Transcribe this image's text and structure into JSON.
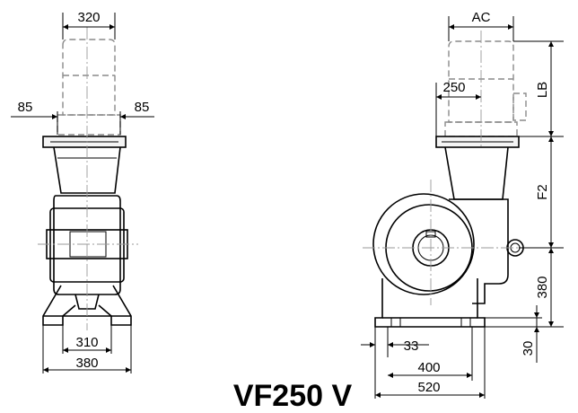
{
  "title": "VF250 V",
  "dimensions": {
    "front_motor_width": "320",
    "front_left_offset": "85",
    "front_right_offset": "85",
    "front_foot_inner": "310",
    "front_foot_outer": "380",
    "side_motor_dia": "AC",
    "side_motor_length": "LB",
    "side_flange_offset": "250",
    "side_flange_height": "F2",
    "side_shaft_height": "380",
    "side_foot_thickness": "30",
    "side_foot_edge": "33",
    "side_foot_inner": "400",
    "side_foot_outer": "520"
  }
}
